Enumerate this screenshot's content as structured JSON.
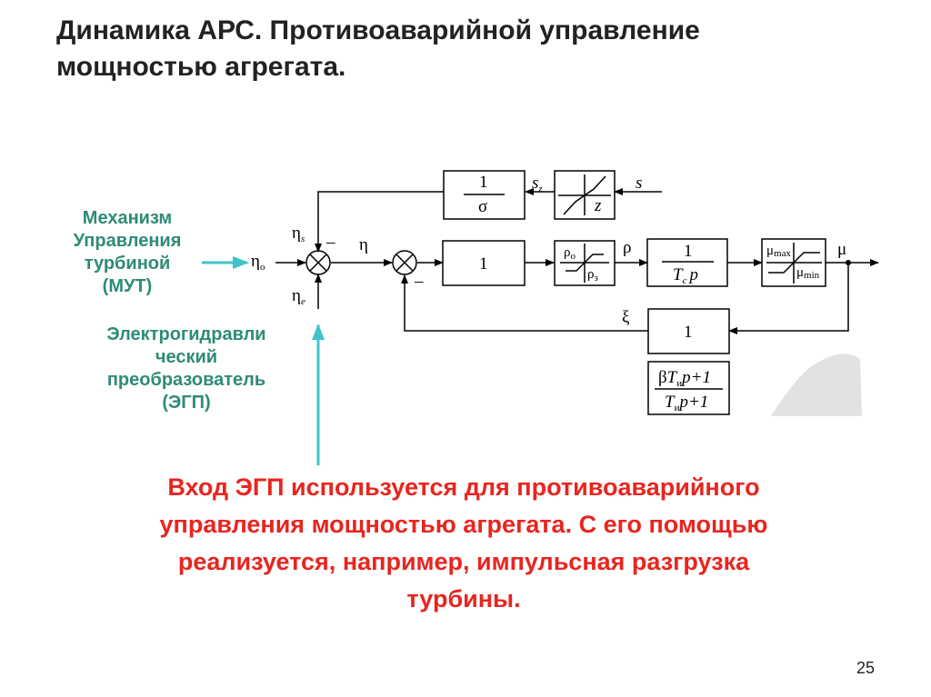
{
  "slide": {
    "title_lines": [
      "Динамика АРС. Противоаварийной управление",
      "мощностью агрегата."
    ],
    "page_number": "25"
  },
  "labels": {
    "mut": [
      "Механизм",
      "Управления",
      "турбиной",
      "(МУТ)"
    ],
    "egp": [
      "Электрогидравли",
      "ческий",
      "преобразователь",
      "(ЭГП)"
    ]
  },
  "note_lines": [
    "Вход ЭГП используется для противоаварийного",
    "управления мощностью агрегата. С его помощью",
    "реализуется, например, импульсная разгрузка",
    "турбины."
  ],
  "diagram": {
    "signals": {
      "s": "s",
      "s_z": "s",
      "s_z_sub": "z",
      "eta": "η",
      "eta_s": "η",
      "eta_s_sub": "s",
      "eta_o": "η",
      "eta_o_sub": "o",
      "eta_e": "η",
      "eta_e_sub": "e",
      "rho": "ρ",
      "mu": "μ",
      "xi": "ξ",
      "minus_top": "–",
      "minus_bottom": "–"
    },
    "blocks": {
      "sigma_num": "1",
      "sigma_den": "σ",
      "deadzone_label": "z",
      "gain_main": "1",
      "rho_o": "ρ",
      "rho_o_sub": "o",
      "rho_z": "ρ",
      "rho_z_sub": "з",
      "integrator_num": "1",
      "integrator_den": "T",
      "integrator_den_sub": "c",
      "integrator_den_p": "p",
      "mu_max": "μ",
      "mu_max_sub": "max",
      "mu_min": "μ",
      "mu_min_sub": "min",
      "feedback_gain": "1",
      "fb_num_beta": "β",
      "fb_num_T": "T",
      "fb_num_sub": "и",
      "fb_num_rest": "p+1",
      "fb_den_T": "T",
      "fb_den_sub": "и",
      "fb_den_rest": "p+1"
    }
  },
  "colors": {
    "label_green": "#2e8b77",
    "arrow_cyan": "#3ec4c8",
    "note_red": "#e8251f"
  }
}
